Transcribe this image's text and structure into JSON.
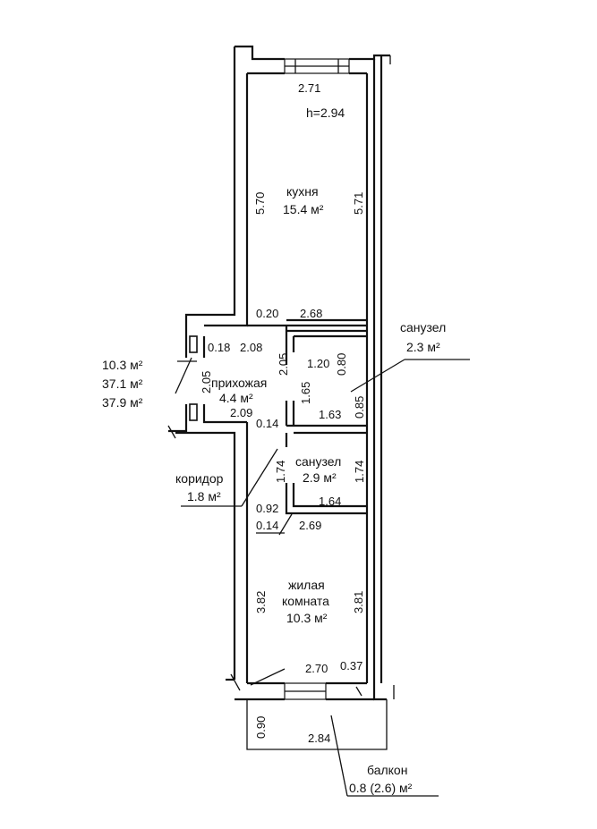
{
  "totals": {
    "living": "10.3  м²",
    "total": "37.1  м²",
    "total_with_balcony": "37.9 м²"
  },
  "rooms": {
    "kitchen": {
      "name": "кухня",
      "area": "15.4 м²",
      "height": "h=2.94"
    },
    "hall": {
      "name": "прихожая",
      "area": "4.4 м²"
    },
    "bath1": {
      "name": "санузел",
      "area": "2.3 м²"
    },
    "bath2": {
      "name": "санузел",
      "area": "2.9 м²"
    },
    "corridor": {
      "name": "коридор",
      "area": "1.8 м²"
    },
    "living": {
      "name1": "жилая",
      "name2": "комната",
      "area": "10.3 м²"
    },
    "balcony": {
      "name": "балкон",
      "area": "0.8 (2.6) м²"
    }
  },
  "dims": {
    "kitchen_top": "2.71",
    "kitchen_left": "5.70",
    "kitchen_right": "5.71",
    "wall_020": "0.20",
    "width_268": "2.68",
    "d_018": "0.18",
    "d_208": "2.08",
    "d_205a": "2.05",
    "d_205b": "2.05",
    "d_120": "1.20",
    "d_080": "0.80",
    "d_165": "1.65",
    "d_085": "0.85",
    "d_163": "1.63",
    "d_209": "2.09",
    "d_014a": "0.14",
    "d_174a": "1.74",
    "d_174b": "1.74",
    "d_092": "0.92",
    "d_164": "1.64",
    "d_014b": "0.14",
    "d_269": "2.69",
    "living_left": "3.82",
    "living_right": "3.81",
    "d_270": "2.70",
    "d_037": "0.37",
    "bal_090": "0.90",
    "bal_284": "2.84"
  }
}
